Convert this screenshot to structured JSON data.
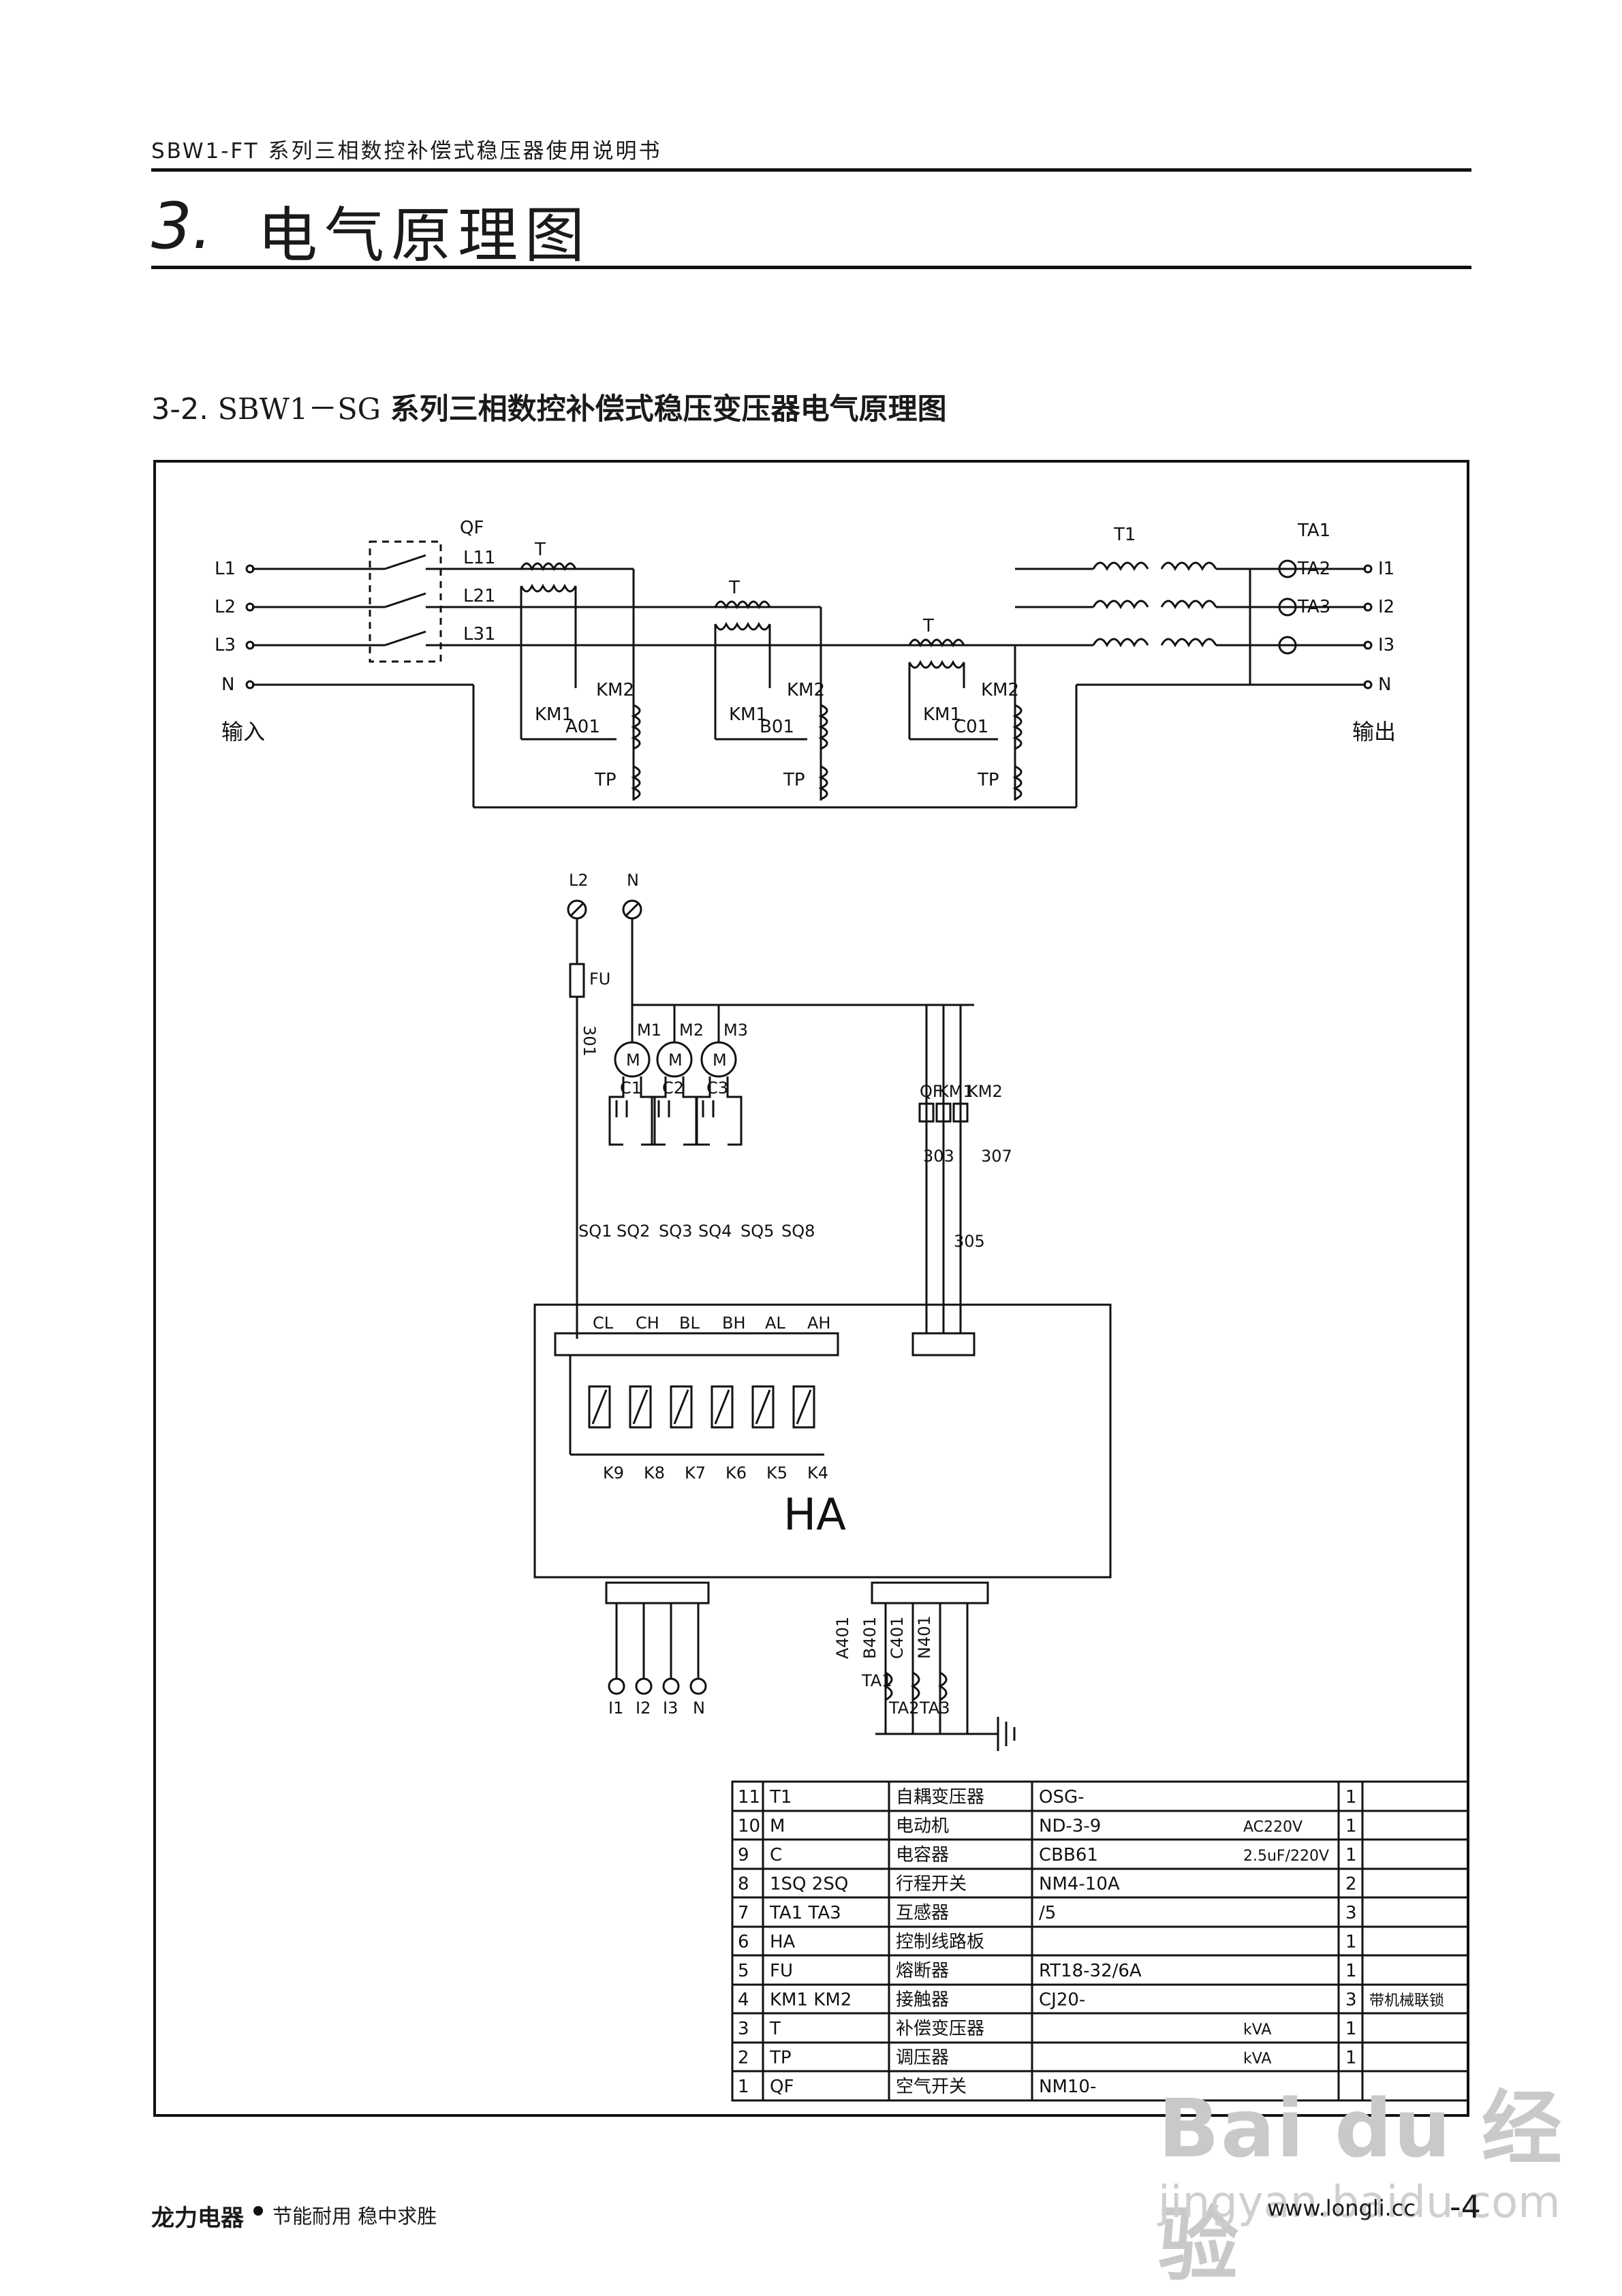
{
  "header": {
    "doc_title": "SBW1-FT 系列三相数控补偿式稳压器使用说明书",
    "chapter_number": "3.",
    "chapter_title": "电气原理图"
  },
  "section": {
    "number": "3-2.",
    "model": "SBW1－SG",
    "title": "系列三相数控补偿式稳压变压器电气原理图"
  },
  "schematic": {
    "qf": "QF",
    "inputs": [
      "L1",
      "L2",
      "L3",
      "N"
    ],
    "input_label": "输入",
    "lines": [
      "L11",
      "L21",
      "L31"
    ],
    "t": "T",
    "km1": "KM1",
    "km2": "KM2",
    "tp": "TP",
    "taps": [
      "A01",
      "B01",
      "C01"
    ],
    "t1": "T1",
    "ta": [
      "TA1",
      "TA2",
      "TA3"
    ],
    "outputs": [
      "I1",
      "I2",
      "I3",
      "N"
    ],
    "output_label": "输出"
  },
  "control": {
    "supply": [
      "L2",
      "N"
    ],
    "fu": "FU",
    "wire301": "301",
    "motors": [
      "M1",
      "M2",
      "M3"
    ],
    "motor_symbol": "M",
    "caps": [
      "C1",
      "C2",
      "C3"
    ],
    "switches": [
      "SQ1",
      "SQ2",
      "SQ3",
      "SQ4",
      "SQ5",
      "SQ8"
    ],
    "terminals_top": [
      "CL",
      "CH",
      "BL",
      "BH",
      "AL",
      "AH"
    ],
    "relays": [
      "K9",
      "K8",
      "K7",
      "K6",
      "K5",
      "K4"
    ],
    "board": "HA",
    "coils": [
      "QF",
      "KM1",
      "KM2"
    ],
    "wires": [
      "303",
      "307",
      "305"
    ],
    "bottom_terms": [
      "I1",
      "I2",
      "I3",
      "N"
    ],
    "ct_wires": [
      "A401",
      "B401",
      "C401",
      "N401"
    ],
    "ct_names": [
      "TA1",
      "TA2",
      "TA3"
    ]
  },
  "parts_table": {
    "rows": [
      [
        "11",
        "T1",
        "自耦变压器",
        "OSG-",
        "",
        "1",
        ""
      ],
      [
        "10",
        "M",
        "电动机",
        "ND-3-9",
        "AC220V",
        "1",
        ""
      ],
      [
        "9",
        "C",
        "电容器",
        "CBB61",
        "2.5uF/220V",
        "1",
        ""
      ],
      [
        "8",
        "1SQ  2SQ",
        "行程开关",
        "NM4-10A",
        "",
        "2",
        ""
      ],
      [
        "7",
        "TA1  TA3",
        "互感器",
        "/5",
        "",
        "3",
        ""
      ],
      [
        "6",
        "HA",
        "控制线路板",
        "",
        "",
        "1",
        ""
      ],
      [
        "5",
        "FU",
        "熔断器",
        "RT18-32/6A",
        "",
        "1",
        ""
      ],
      [
        "4",
        "KM1  KM2",
        "接触器",
        "CJ20-",
        "",
        "3",
        "带机械联锁"
      ],
      [
        "3",
        "T",
        "补偿变压器",
        "",
        "kVA",
        "1",
        ""
      ],
      [
        "2",
        "TP",
        "调压器",
        "",
        "kVA",
        "1",
        ""
      ],
      [
        "1",
        "QF",
        "空气开关",
        "NM10-",
        "",
        "",
        ""
      ]
    ]
  },
  "footer": {
    "brand": "龙力电器",
    "slogan": "节能耐用  稳中求胜",
    "url": "www.longli.cc",
    "page": "-4"
  },
  "watermark": {
    "logo": "Bai du 经验",
    "sub": "jingyan.baidu.com"
  }
}
